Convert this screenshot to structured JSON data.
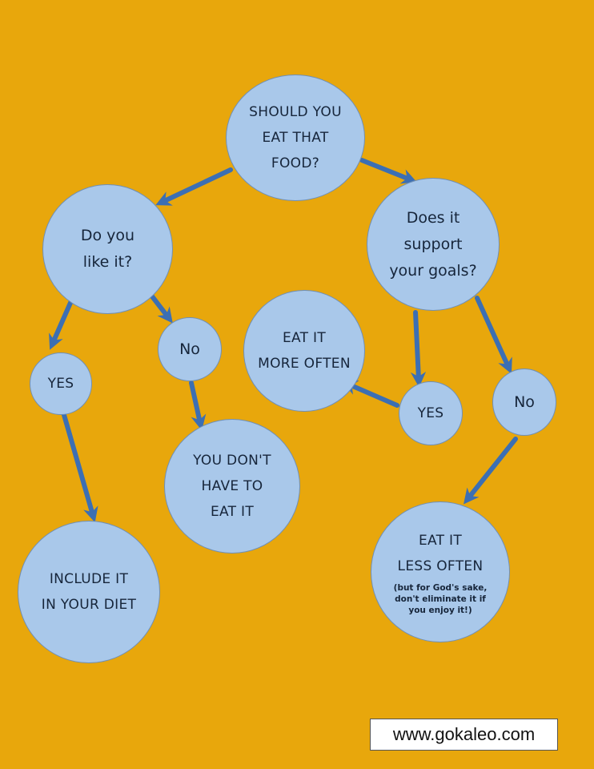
{
  "colors": {
    "background": "#E8A70C",
    "node_fill": "#A9C8EA",
    "node_border": "#6F8FB6",
    "arrow": "#3C6FB3",
    "text": "#16253A"
  },
  "nodes": {
    "root": [
      "Should you",
      "eat that",
      "food?"
    ],
    "like": [
      "Do you",
      "like it?"
    ],
    "support": [
      "Does it",
      "support",
      "your goals?"
    ],
    "like_yes": [
      "Yes"
    ],
    "like_no": [
      "No"
    ],
    "include": [
      "Include it",
      "in your diet"
    ],
    "dont_have": [
      "You don't",
      "have to",
      "eat it"
    ],
    "more_often": [
      "Eat it",
      "more often"
    ],
    "support_yes": [
      "Yes"
    ],
    "support_no": [
      "No"
    ],
    "less_often": [
      "Eat it",
      "less often"
    ],
    "less_often_note": [
      "(but for God's sake,",
      "don't eliminate it if",
      "you enjoy it!)"
    ]
  },
  "watermark": "www.gokaleo.com"
}
